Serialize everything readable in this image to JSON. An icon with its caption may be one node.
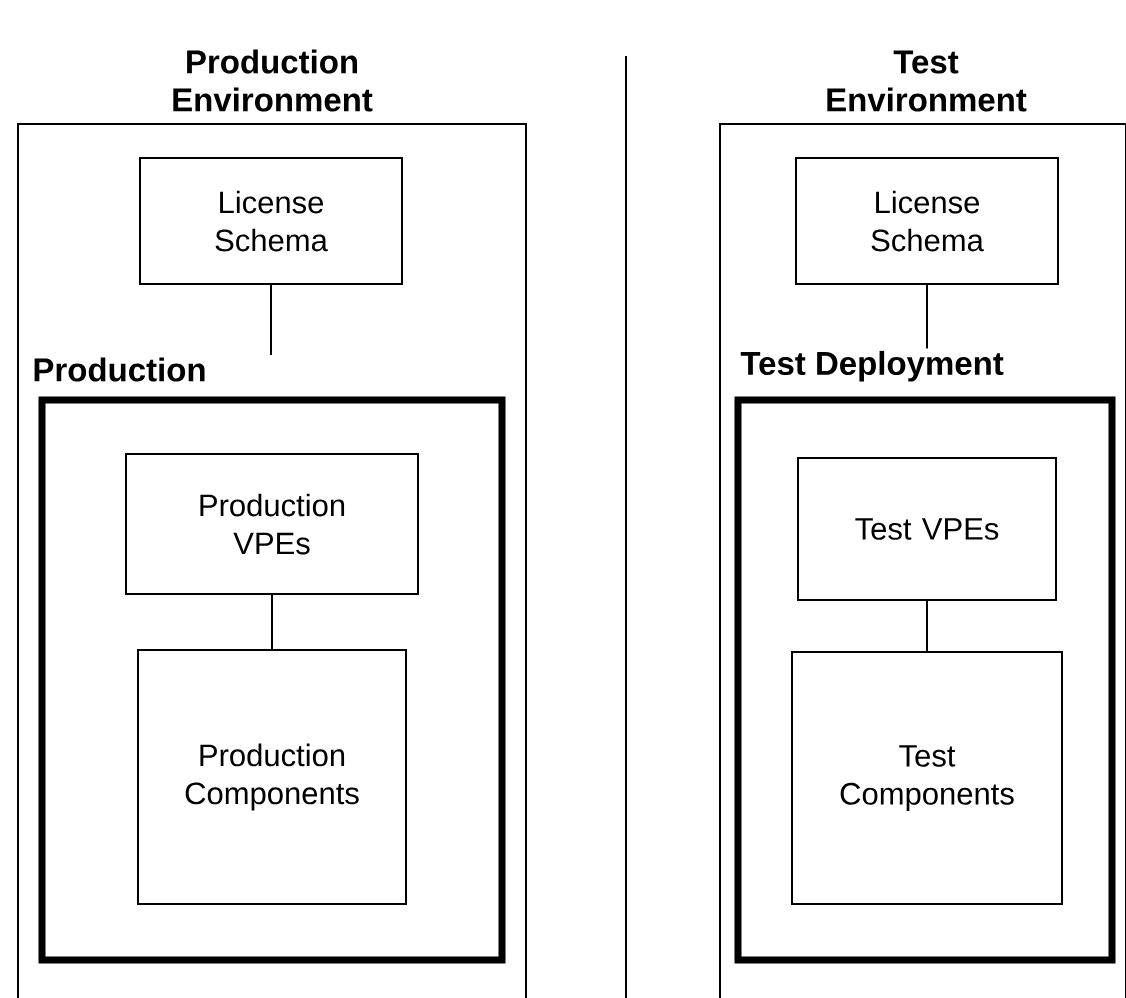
{
  "diagram": {
    "nodes": [
      {
        "text": [
          "Production Environment"
        ]
      },
      {
        "text": [
          "License Schema"
        ],
        "in": 0
      },
      {
        "text": [
          "Production"
        ],
        "in": 0
      },
      {
        "text": [
          "Production VPEs"
        ],
        "in": 2
      },
      {
        "text": [
          "Production Components"
        ],
        "in": 2
      },
      {
        "text": [
          "Test Environment"
        ]
      },
      {
        "text": [
          "License Schema"
        ],
        "in": 5
      },
      {
        "text": [
          "Test Deployment"
        ],
        "in": 5
      },
      {
        "text": [
          "Test VPEs"
        ],
        "in": 7
      },
      {
        "text": [
          "Test Components"
        ],
        "in": 7
      }
    ],
    "edges": [
      {
        "from": 1,
        "to": 2,
        "arrow": "none"
      },
      {
        "from": 3,
        "to": 4,
        "arrow": "none"
      },
      {
        "from": 6,
        "to": 7,
        "arrow": "none"
      },
      {
        "from": 8,
        "to": 9,
        "arrow": "none"
      }
    ]
  }
}
